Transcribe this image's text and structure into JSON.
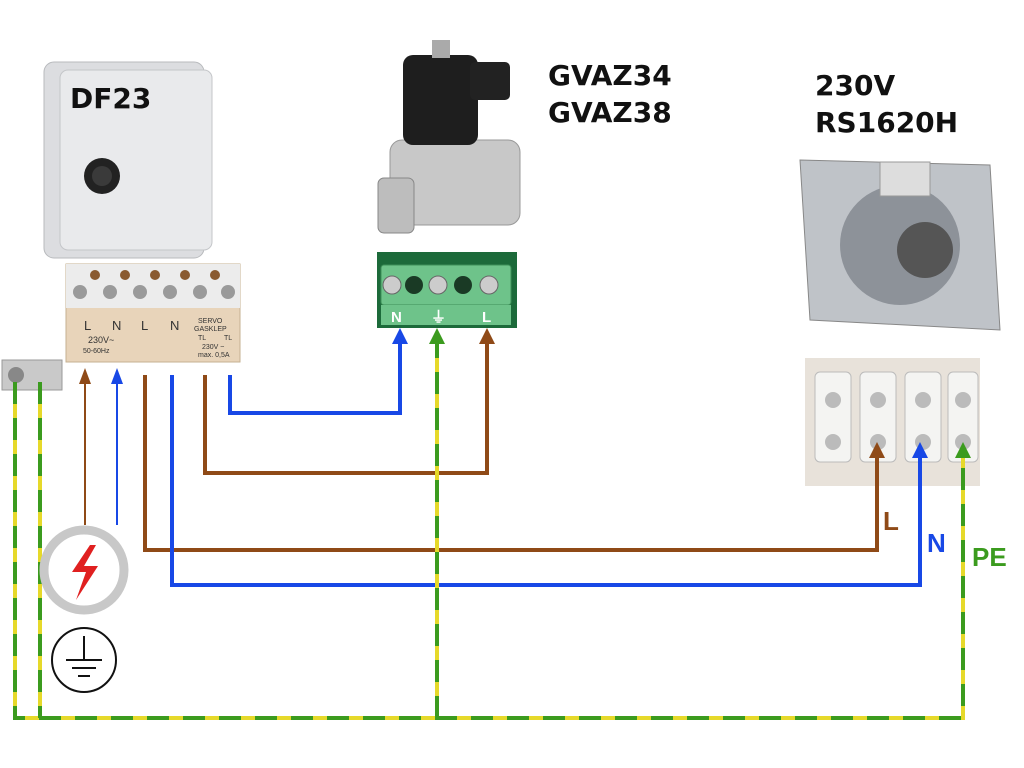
{
  "devices": {
    "controller": {
      "name": "DF23"
    },
    "valve": {
      "model_1": "GVAZ34",
      "model_2": "GVAZ38",
      "terminals": [
        "N",
        "⏚",
        "L"
      ]
    },
    "fan": {
      "voltage": "230V",
      "model": "RS1620H"
    }
  },
  "controller_terminal": {
    "supply_l": "L",
    "supply_n": "N",
    "supply_voltage": "230V~",
    "supply_freq": "50-60Hz",
    "out_l": "L",
    "out_n": "N",
    "servo_1": "SERVO",
    "servo_2": "GASKLEP",
    "tl_1": "TL",
    "tl_2": "TL",
    "servo_voltage": "230V ~",
    "servo_max": "max. 0,5A"
  },
  "fan_labels": {
    "l": "L",
    "n": "N",
    "pe": "PE"
  },
  "colors": {
    "brown": "#8f4a17",
    "blue": "#1848e6",
    "green": "#3b9b1e",
    "yellow": "#e6d92a",
    "warning_red": "#e02020"
  }
}
